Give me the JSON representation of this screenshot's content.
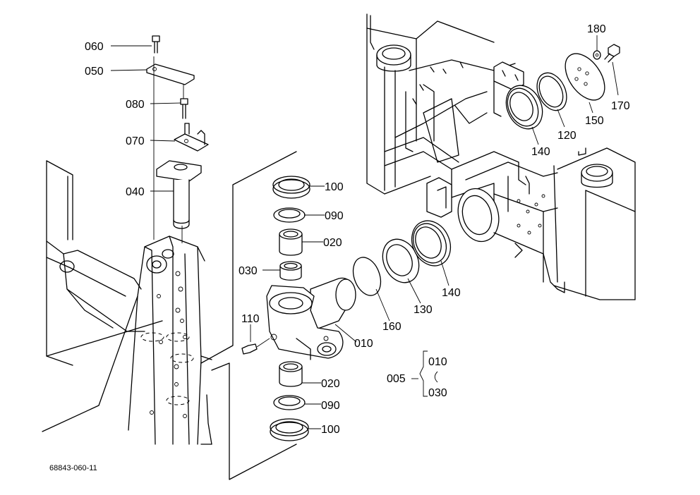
{
  "labels": {
    "l060": "060",
    "l050": "050",
    "l080": "080",
    "l070": "070",
    "l040": "040",
    "l100a": "100",
    "l090a": "090",
    "l020a": "020",
    "l030": "030",
    "l110": "110",
    "l010": "010",
    "l020b": "020",
    "l090b": "090",
    "l100b": "100",
    "l160": "160",
    "l130": "130",
    "l140a": "140",
    "l140b": "140",
    "l120": "120",
    "l150": "150",
    "l180": "180",
    "l170": "170",
    "l005": "005",
    "l005_010": "010",
    "l005_030": "030"
  },
  "footer": {
    "drawing_code": "68843-060-11"
  }
}
